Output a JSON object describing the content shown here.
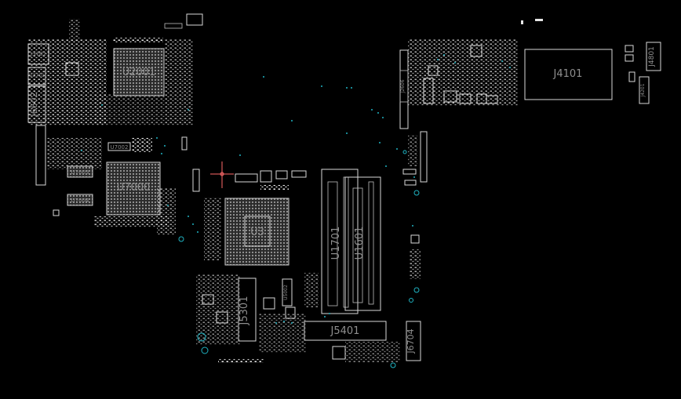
{
  "labels": {
    "u2001": "U2001",
    "u7000": "U7000",
    "u7003": "U7003",
    "u7004": "U7004",
    "u3": "U3",
    "u1701": "U1701",
    "u1601": "U1601",
    "j4101": "J4101",
    "j4801": "J4801",
    "j5401": "J5401",
    "j5301": "J5301",
    "j6704": "J6704",
    "j6602": "J6602",
    "j3702": "J3702",
    "u3701": "U3701",
    "j2606": "J2606",
    "j4201": "J4201",
    "u5002": "U5002",
    "u7002": "U7002"
  },
  "colors": {
    "background": "#000000",
    "outline": "#d8d8d8",
    "label": "#8f8f8f",
    "via": "#1fb3c2",
    "cursor": "#ff6a6a"
  }
}
